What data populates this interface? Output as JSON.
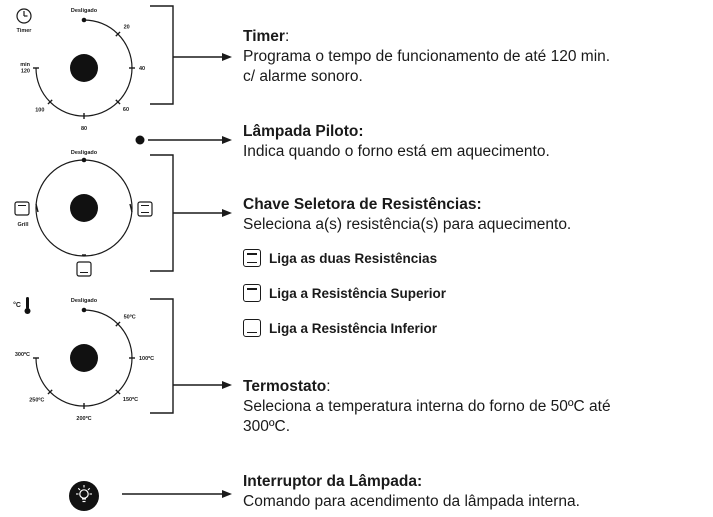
{
  "diagram": {
    "dials": [
      {
        "id": "timer",
        "icon_label": "Timer",
        "top_label": "Desligado",
        "ticks": [
          {
            "label": "20"
          },
          {
            "label": "40"
          },
          {
            "label": "60"
          },
          {
            "label": "80"
          },
          {
            "label": "100"
          },
          {
            "label": "min\n120"
          }
        ]
      },
      {
        "id": "selector",
        "top_label": "Desligado",
        "left_label": "Grill"
      },
      {
        "id": "thermostat",
        "icon_label": "°C",
        "top_label": "Desligado",
        "ticks": [
          {
            "label": "50ºC"
          },
          {
            "label": "100ºC"
          },
          {
            "label": "150ºC"
          },
          {
            "label": "200ºC"
          },
          {
            "label": "250ºC"
          },
          {
            "label": "300ºC"
          }
        ]
      }
    ],
    "descriptions": {
      "timer": {
        "title": "Timer",
        "title_suffix": ":",
        "lines": [
          "Programa o tempo de funcionamento de até 120 min.",
          "c/ alarme sonoro."
        ]
      },
      "lamp": {
        "title": "Lâmpada Piloto:",
        "lines": [
          "Indica quando o forno está em aquecimento."
        ]
      },
      "selector": {
        "title": "Chave Seletora de Resistências:",
        "lines": [
          "Seleciona a(s) resistência(s) para aquecimento."
        ]
      },
      "thermostat": {
        "title": "Termostato",
        "title_suffix": ":",
        "lines": [
          "Seleciona a temperatura interna do forno de 50ºC até",
          "300ºC."
        ]
      },
      "switch": {
        "title": "Interruptor da Lâmpada:",
        "lines": [
          "Comando para acendimento da lâmpada interna."
        ]
      }
    },
    "legend": [
      {
        "icon": "both-resistances-icon",
        "label": "Liga as duas Resistências"
      },
      {
        "icon": "upper-resistance-icon",
        "label": "Liga a Resistência Superior"
      },
      {
        "icon": "lower-resistance-icon",
        "label": "Liga a Resistência Inferior"
      }
    ],
    "colors": {
      "ink": "#1a1a1a",
      "background": "#ffffff"
    }
  }
}
